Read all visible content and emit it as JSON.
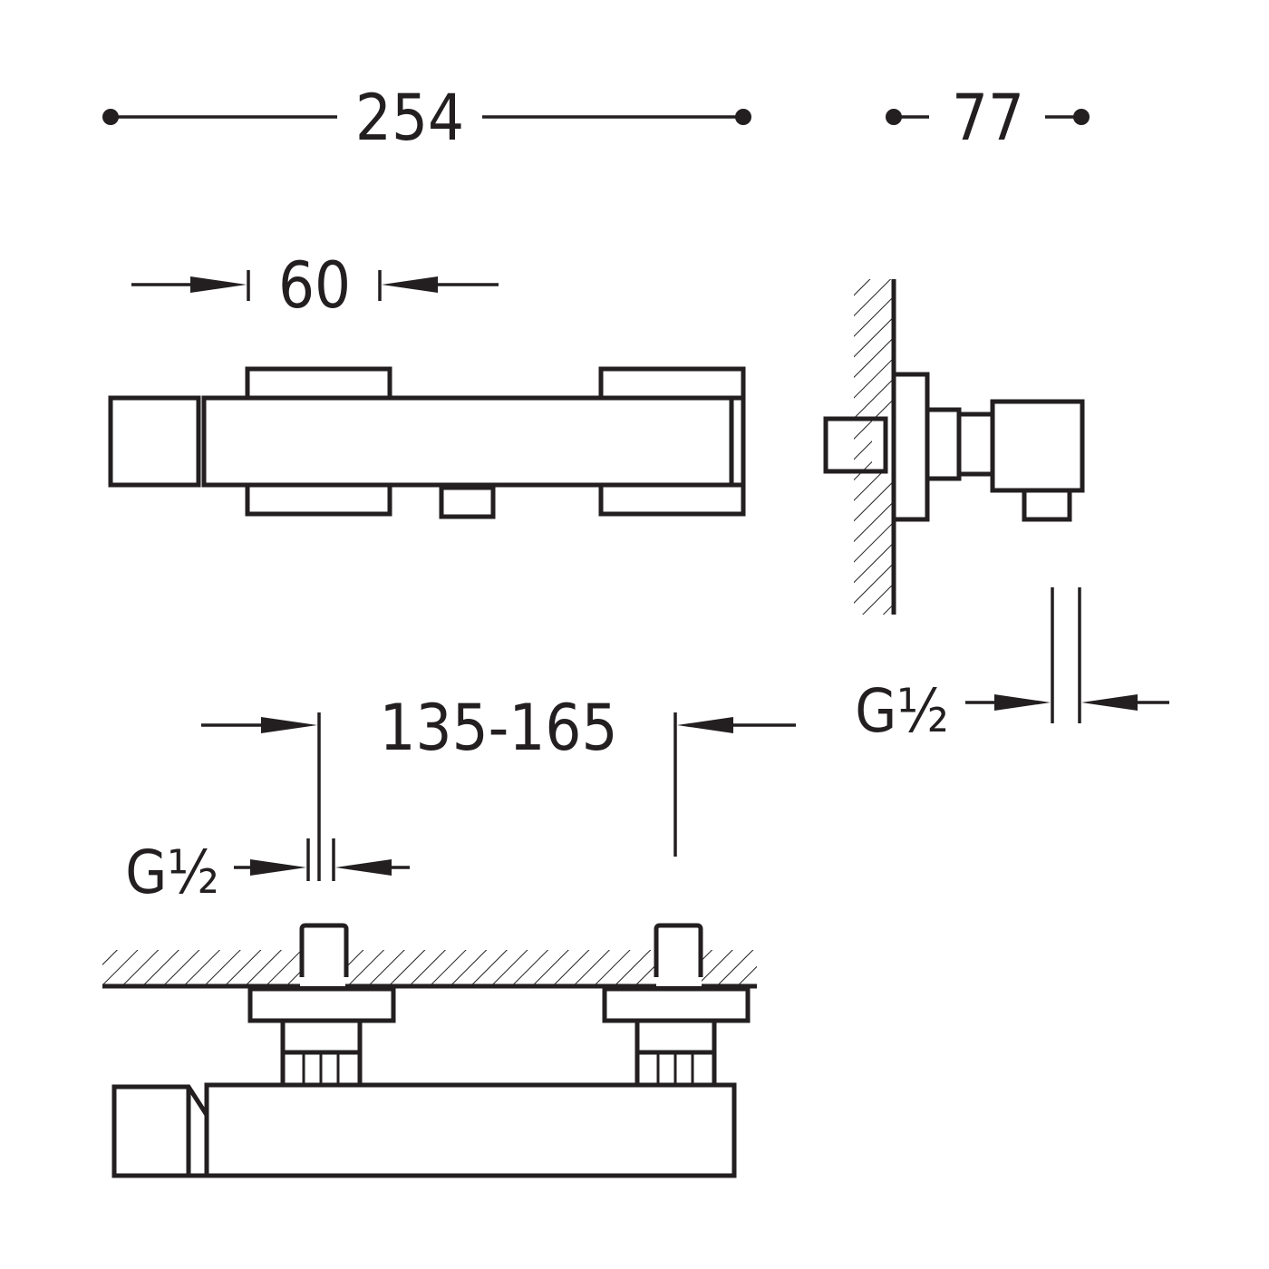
{
  "dimensions": {
    "overall_width": "254",
    "depth": "77",
    "body_offset": "60",
    "inlet_spacing": "135-165",
    "thread_side": "G½",
    "thread_front": "G½"
  }
}
